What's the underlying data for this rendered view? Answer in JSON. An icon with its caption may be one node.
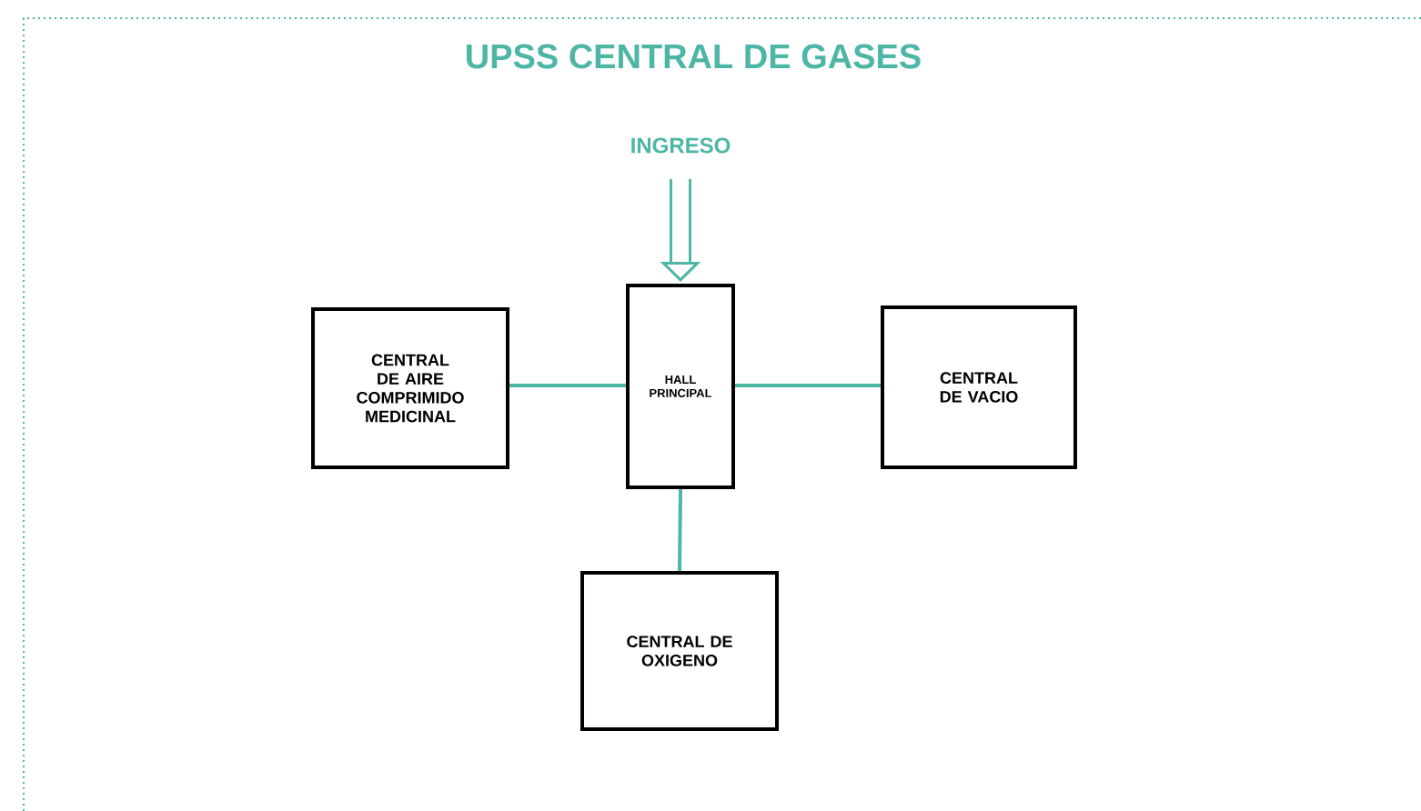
{
  "diagram": {
    "title": "UPSS CENTRAL DE GASES",
    "nodes": [
      {
        "text": [
          "INGRESO"
        ]
      },
      {
        "text": [
          "CENTRAL DE AIRE COMPRIMIDO MEDICINAL"
        ]
      },
      {
        "text": [
          "HALL PRINCIPAL"
        ]
      },
      {
        "text": [
          "CENTRAL DE VACIO"
        ]
      },
      {
        "text": [
          "CENTRAL DE OXIGENO"
        ]
      }
    ],
    "edges": [
      {
        "from": 0,
        "to": 2,
        "arrow": "to",
        "style": "thick"
      },
      {
        "from": 1,
        "to": 2,
        "arrow": "none"
      },
      {
        "from": 2,
        "to": 3,
        "arrow": "none"
      },
      {
        "from": 2,
        "to": 4,
        "arrow": "none"
      }
    ]
  }
}
